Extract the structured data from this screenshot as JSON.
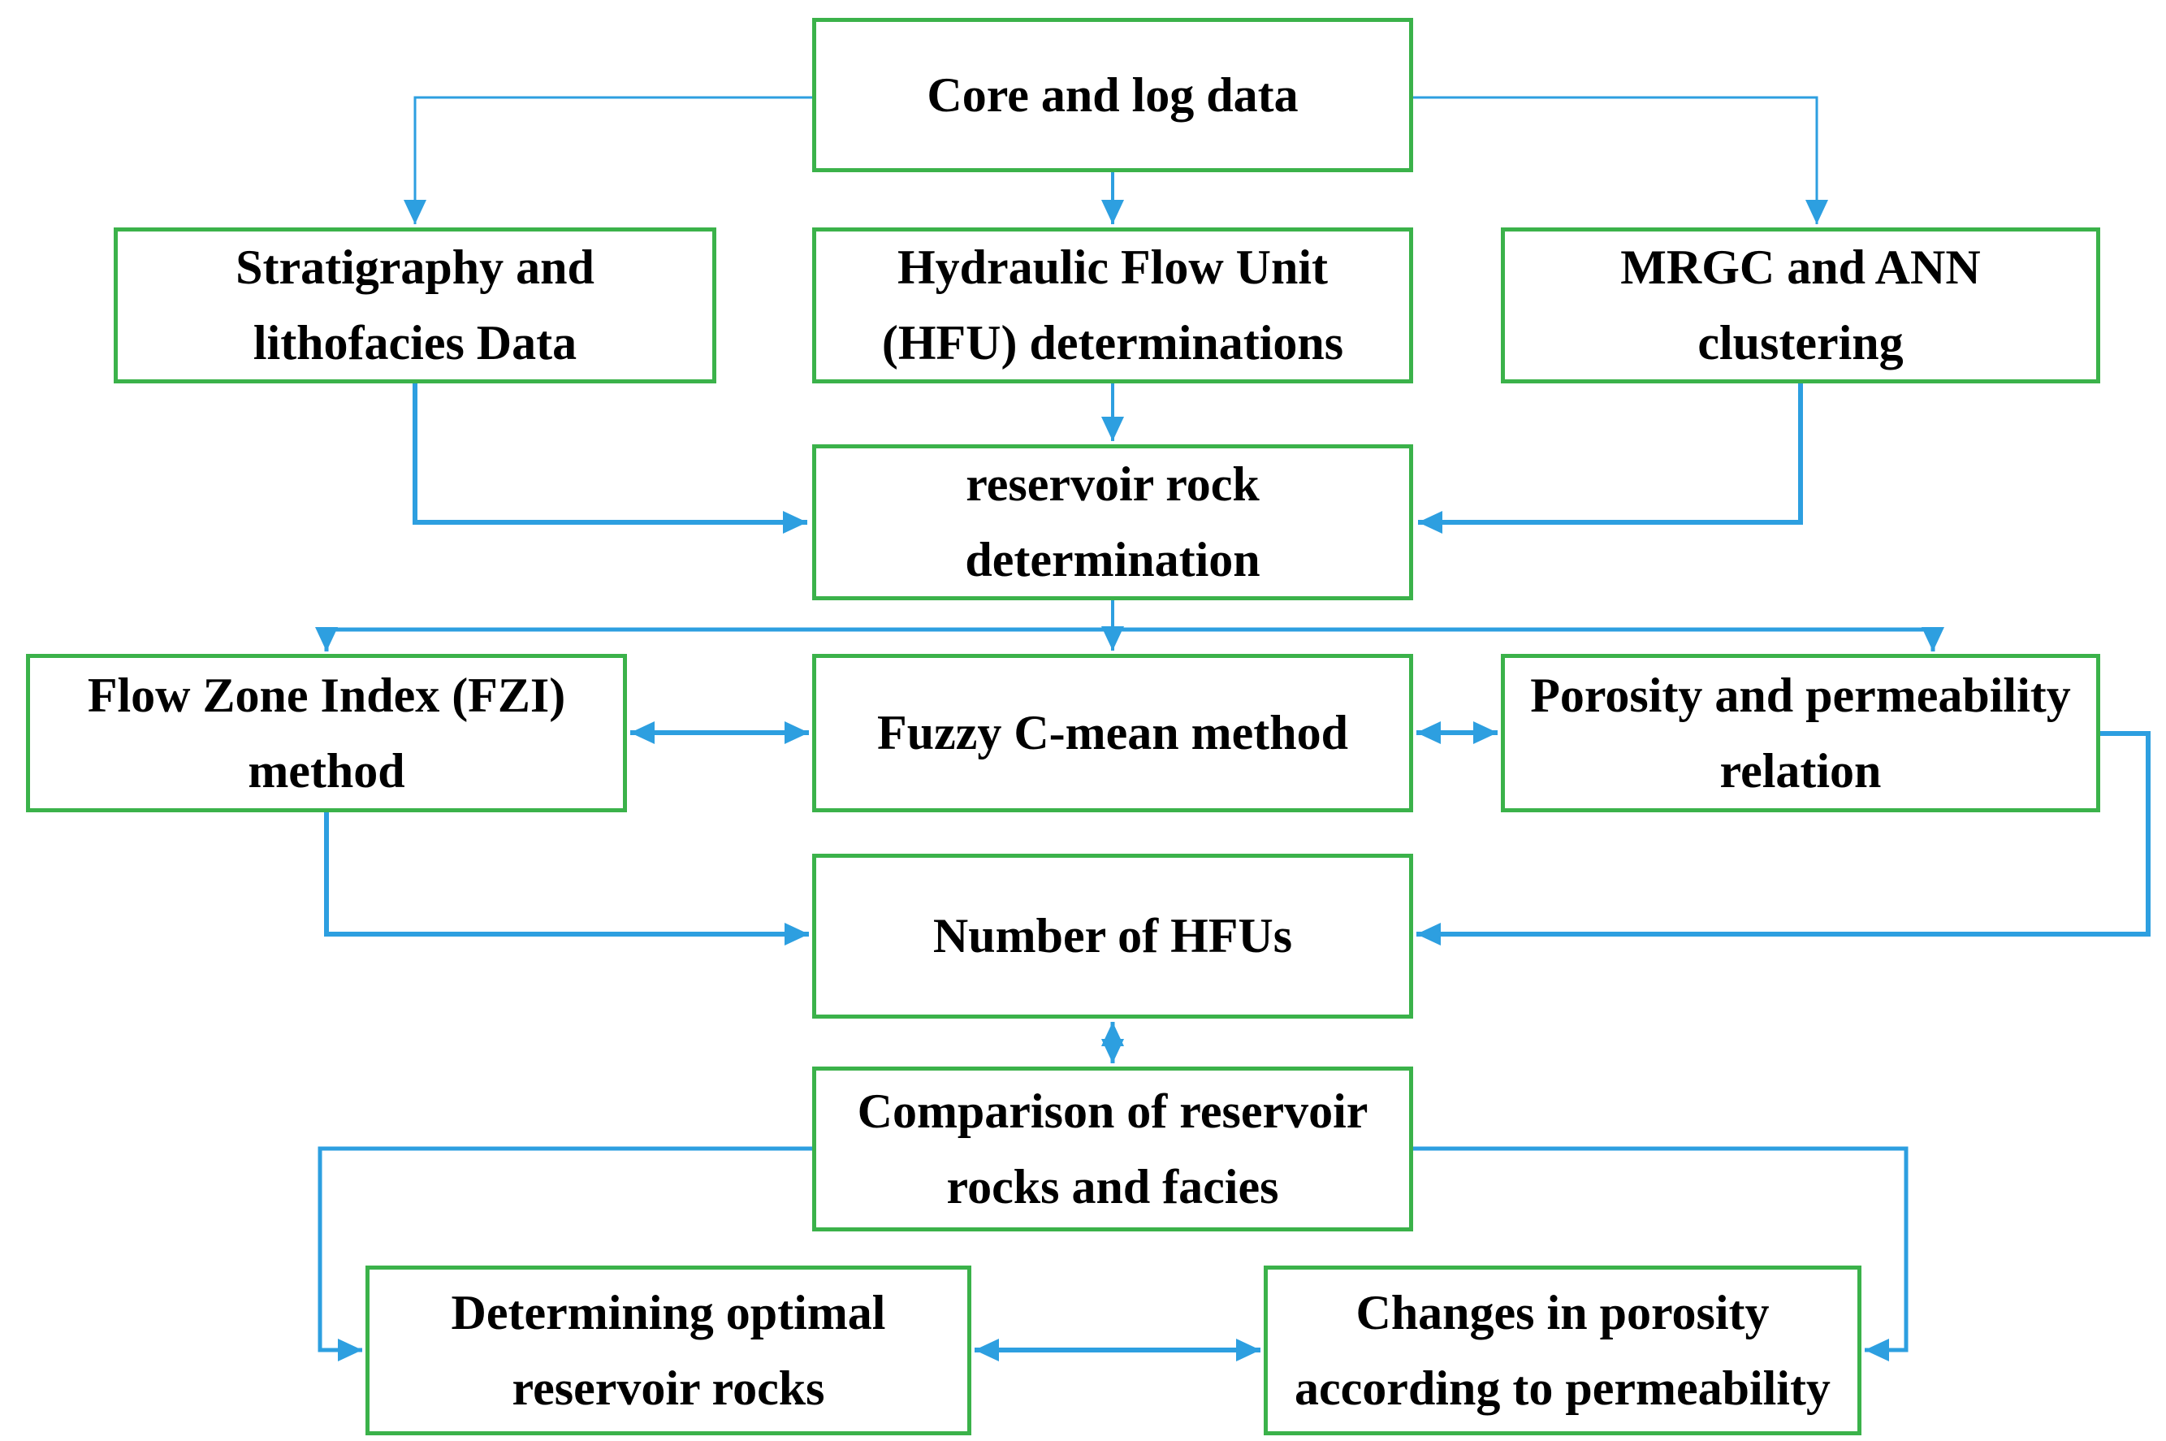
{
  "diagram": {
    "figure_type": "flowchart",
    "colors": {
      "box_border": "#3BB24A",
      "arrow": "#2D9FE0",
      "text": "#000000",
      "background": "#FFFFFF"
    },
    "nodes": [
      {
        "id": "core",
        "label": "Core and log data"
      },
      {
        "id": "stratigraphy",
        "label": "Stratigraphy and\nlithofacies Data"
      },
      {
        "id": "hfu",
        "label": "Hydraulic Flow Unit\n(HFU) determinations"
      },
      {
        "id": "mrgc",
        "label": "MRGC and ANN\nclustering"
      },
      {
        "id": "reservoir",
        "label": "reservoir rock\ndetermination"
      },
      {
        "id": "fzi",
        "label": "Flow Zone Index (FZI)\nmethod"
      },
      {
        "id": "fuzzy",
        "label": "Fuzzy C-mean method"
      },
      {
        "id": "porosity",
        "label": "Porosity and permeability\nrelation"
      },
      {
        "id": "number_hfus",
        "label": "Number of HFUs"
      },
      {
        "id": "comparison",
        "label": "Comparison of reservoir\nrocks and facies"
      },
      {
        "id": "determining",
        "label": "Determining optimal\nreservoir rocks"
      },
      {
        "id": "changes",
        "label": "Changes in porosity\naccording to permeability"
      }
    ],
    "edges": [
      {
        "from": "core",
        "to": "stratigraphy",
        "style": "arrow"
      },
      {
        "from": "core",
        "to": "hfu",
        "style": "arrow"
      },
      {
        "from": "core",
        "to": "mrgc",
        "style": "arrow"
      },
      {
        "from": "stratigraphy",
        "to": "reservoir",
        "style": "arrow"
      },
      {
        "from": "hfu",
        "to": "reservoir",
        "style": "arrow"
      },
      {
        "from": "mrgc",
        "to": "reservoir",
        "style": "arrow"
      },
      {
        "from": "reservoir",
        "to": "fzi",
        "style": "arrow"
      },
      {
        "from": "reservoir",
        "to": "fuzzy",
        "style": "arrow"
      },
      {
        "from": "reservoir",
        "to": "porosity",
        "style": "arrow"
      },
      {
        "from": "fzi",
        "to": "fuzzy",
        "style": "double-arrow"
      },
      {
        "from": "fuzzy",
        "to": "porosity",
        "style": "double-arrow"
      },
      {
        "from": "fzi",
        "to": "number_hfus",
        "style": "arrow"
      },
      {
        "from": "fuzzy",
        "to": "number_hfus",
        "style": "arrow"
      },
      {
        "from": "porosity",
        "to": "number_hfus",
        "style": "arrow"
      },
      {
        "from": "number_hfus",
        "to": "comparison",
        "style": "double-arrow"
      },
      {
        "from": "comparison",
        "to": "determining",
        "style": "arrow"
      },
      {
        "from": "comparison",
        "to": "changes",
        "style": "arrow"
      },
      {
        "from": "determining",
        "to": "changes",
        "style": "double-arrow"
      }
    ]
  }
}
